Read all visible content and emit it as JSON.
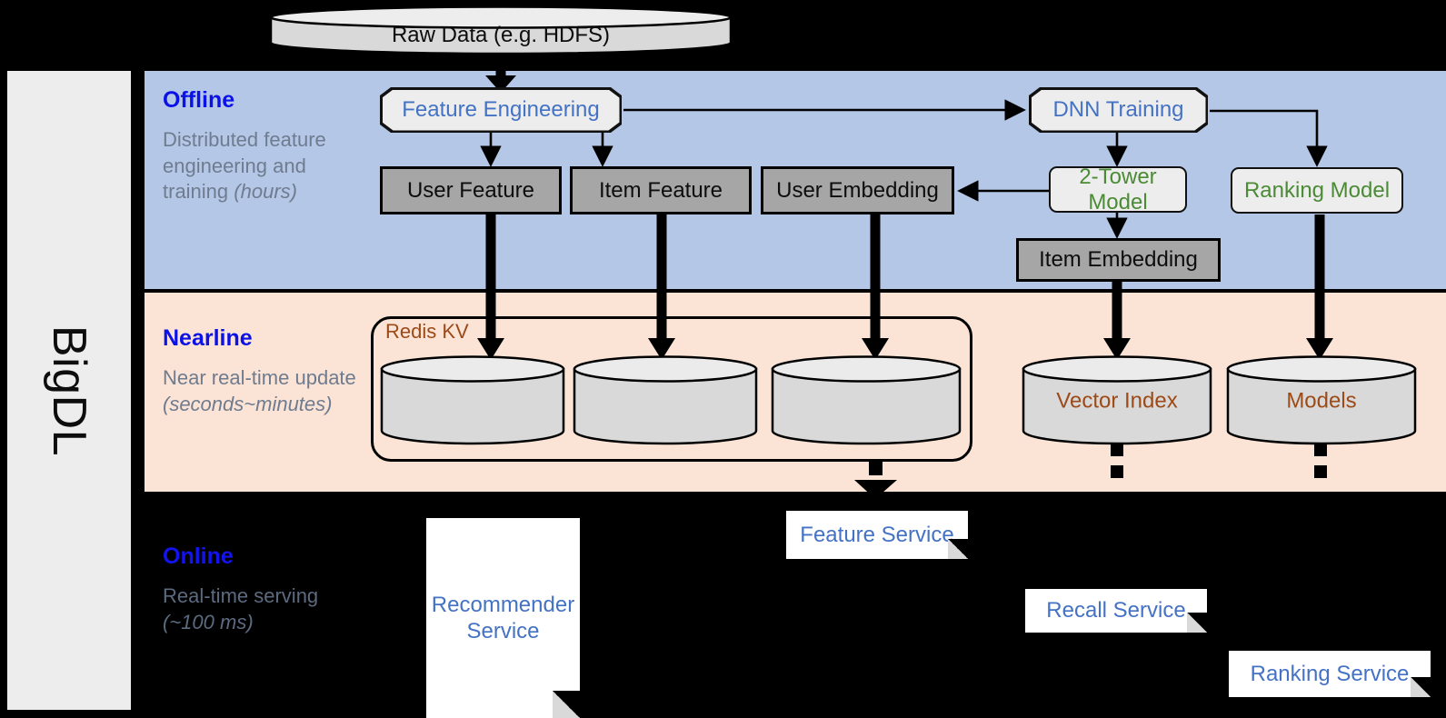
{
  "rail": {
    "label": "BigDL"
  },
  "bands": {
    "offline": {
      "title": "Offline",
      "sub_plain": "Distributed feature engineering and training ",
      "sub_em": "(hours)"
    },
    "nearline": {
      "title": "Nearline",
      "sub_plain": "Near real-time update ",
      "sub_em": "(seconds~minutes)"
    },
    "online": {
      "title": "Online",
      "sub_plain": "Real-time serving ",
      "sub_em": "(~100 ms)"
    }
  },
  "source": {
    "raw_data": "Raw Data (e.g. HDFS)"
  },
  "offline": {
    "feature_engineering": "Feature Engineering",
    "dnn_training": "DNN Training",
    "user_feature": "User Feature",
    "item_feature": "Item Feature",
    "user_embedding": "User Embedding",
    "two_tower_model": "2-Tower Model",
    "ranking_model": "Ranking Model",
    "item_embedding": "Item Embedding"
  },
  "nearline": {
    "redis_group": "Redis KV",
    "store_user_feature": "",
    "store_item_feature": "",
    "store_user_embedding": "",
    "vector_index": "Vector Index",
    "models": "Models"
  },
  "online": {
    "recommender_service": "Recommender Service",
    "feature_service": "Feature Service",
    "recall_service": "Recall Service",
    "ranking_service": "Ranking Service"
  },
  "colors": {
    "offline_band": "#b4c7e7",
    "nearline_band": "#fbe3d5",
    "online_band": "#000000",
    "band_title": "#0b12e8",
    "band_sub": "#6f7c8f",
    "process_text": "#4472c4",
    "model_text": "#4b8b35",
    "store_text": "#9c4a17",
    "gray_box": "#a6a6a6",
    "rail_bg": "#ededed"
  }
}
